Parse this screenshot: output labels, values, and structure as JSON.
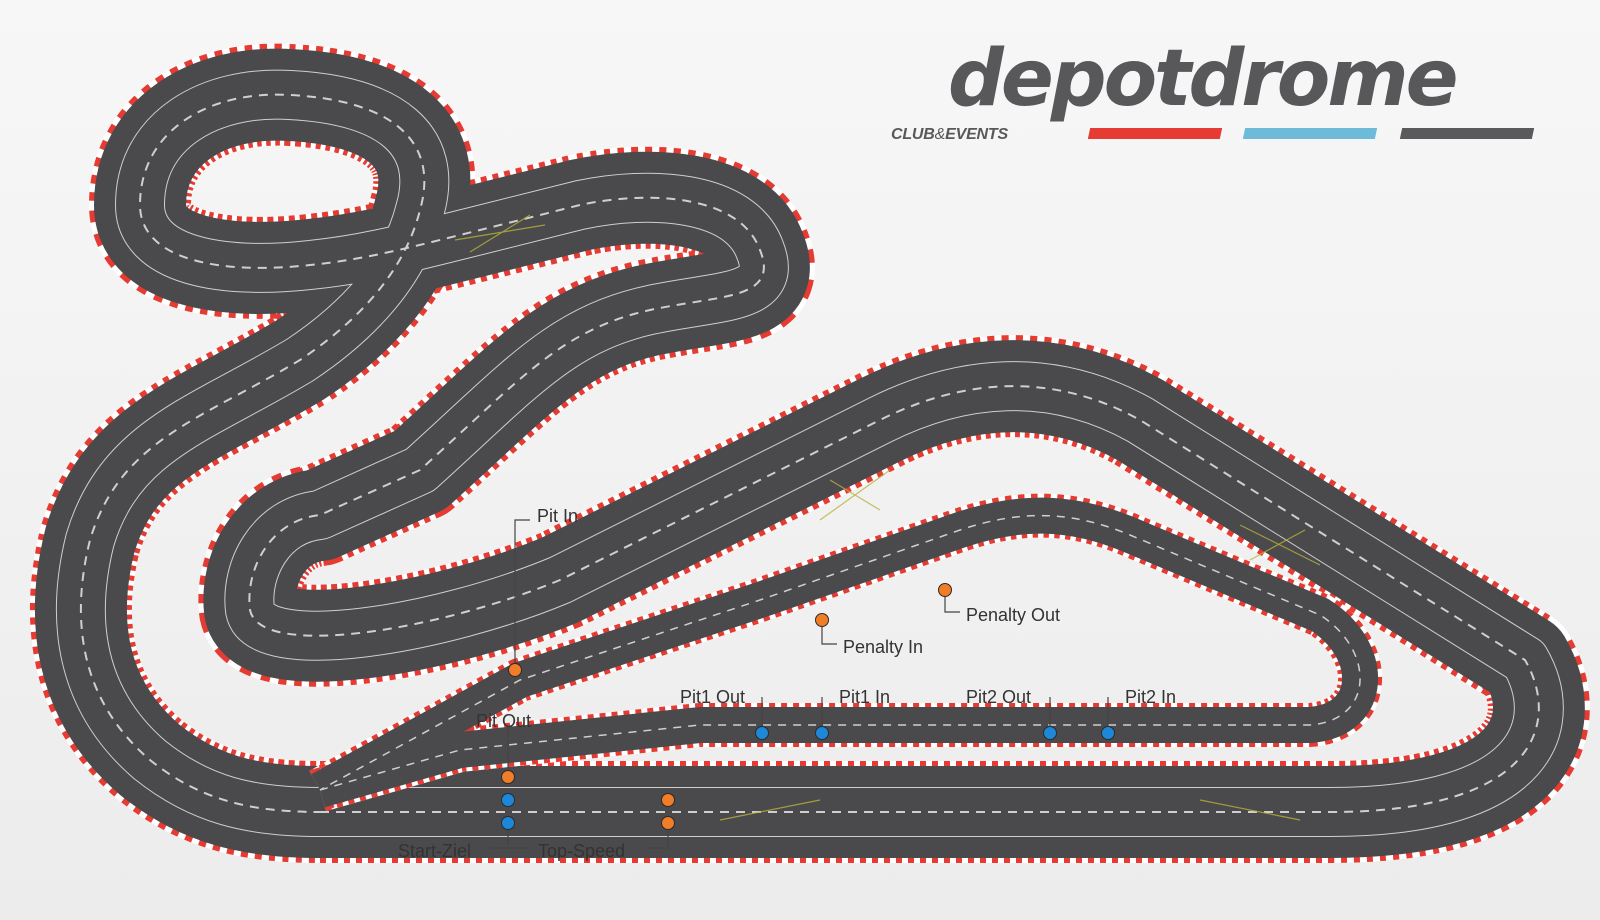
{
  "logo": {
    "word": "depotdrome",
    "sub_left": "CLUB",
    "sub_amp": "&",
    "sub_right": "EVENTS",
    "stripe_colors": [
      "#e63b32",
      "#6dbbd8",
      "#5a5a5c"
    ]
  },
  "colors": {
    "track": "#4a4a4c",
    "lane_line": "#cfcfcf",
    "kerb_red": "#e63b32",
    "kerb_white": "#ffffff",
    "marker_orange": "#f07d28",
    "marker_blue": "#1e88d8",
    "label_text": "#333333"
  },
  "labels": {
    "pit_in": "Pit In",
    "pit_out": "Pit Out",
    "penalty_in": "Penalty In",
    "penalty_out": "Penalty Out",
    "pit1_out": "Pit1 Out",
    "pit1_in": "Pit1 In",
    "pit2_out": "Pit2 Out",
    "pit2_in": "Pit2 In",
    "start_ziel": "Start-Ziel",
    "top_speed": "Top-Speed"
  },
  "markers": [
    {
      "id": "pit-in",
      "color": "orange"
    },
    {
      "id": "penalty-in",
      "color": "orange"
    },
    {
      "id": "penalty-out",
      "color": "orange"
    },
    {
      "id": "pit1-out",
      "color": "blue"
    },
    {
      "id": "pit1-in",
      "color": "blue"
    },
    {
      "id": "pit2-out",
      "color": "blue"
    },
    {
      "id": "pit2-in",
      "color": "blue"
    },
    {
      "id": "pit-out",
      "color": "orange"
    },
    {
      "id": "start-lane-1",
      "color": "blue"
    },
    {
      "id": "start-lane-2",
      "color": "blue"
    },
    {
      "id": "top-speed-lane-1",
      "color": "orange"
    },
    {
      "id": "top-speed-lane-2",
      "color": "orange"
    }
  ]
}
